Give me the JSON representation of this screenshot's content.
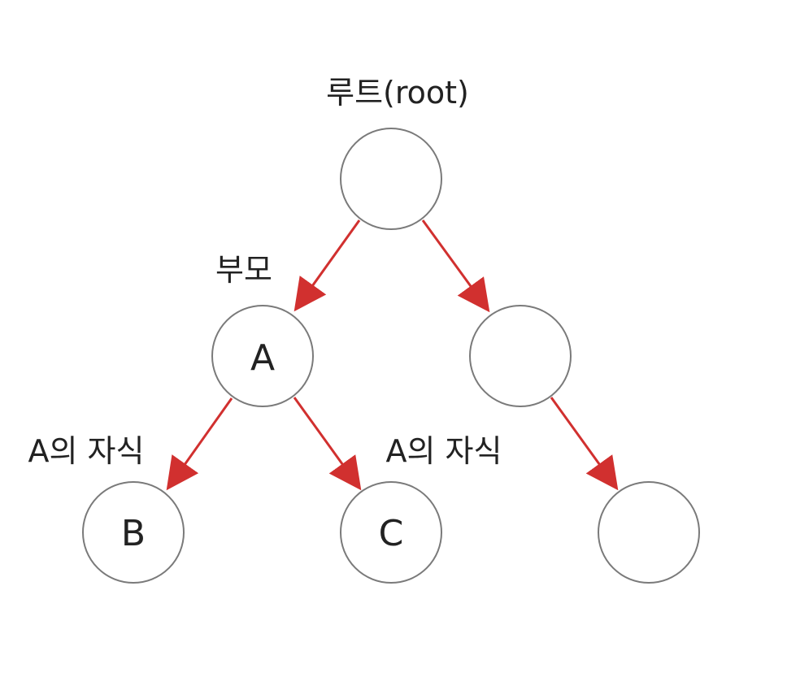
{
  "diagram": {
    "labels": {
      "root": "루트(root)",
      "parent": "부모",
      "child_b": "A의 자식",
      "child_c": "A의 자식"
    },
    "nodes": {
      "root": "",
      "a": "A",
      "right": "",
      "b": "B",
      "c": "C",
      "right_child": ""
    },
    "colors": {
      "edge": "#d1302f",
      "node_stroke": "#7a7a7a"
    }
  }
}
